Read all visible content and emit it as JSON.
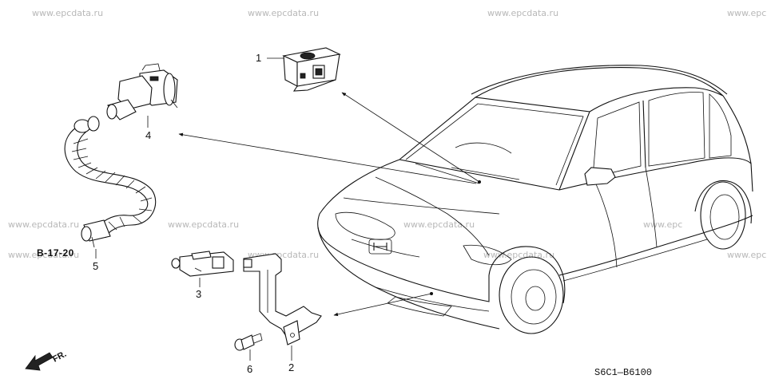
{
  "watermarks": [
    "www.epcdata.ru",
    "www.epcdata.ru",
    "www.epcdata.ru",
    "www.epc",
    "www.epcdata.ru",
    "www.epcdata.ru",
    "www.epcdata.ru",
    "www.epc",
    "www.epcdata.ru",
    "www.epcdata.ru",
    "www.epcdata.ru",
    "www.epc"
  ],
  "callouts": {
    "part1": "1",
    "part2": "2",
    "part3": "3",
    "part4": "4",
    "part5": "5",
    "part6": "6"
  },
  "reference_label": "B-17-20",
  "front_indicator": "FR.",
  "diagram_code": "S6C1—B6100"
}
